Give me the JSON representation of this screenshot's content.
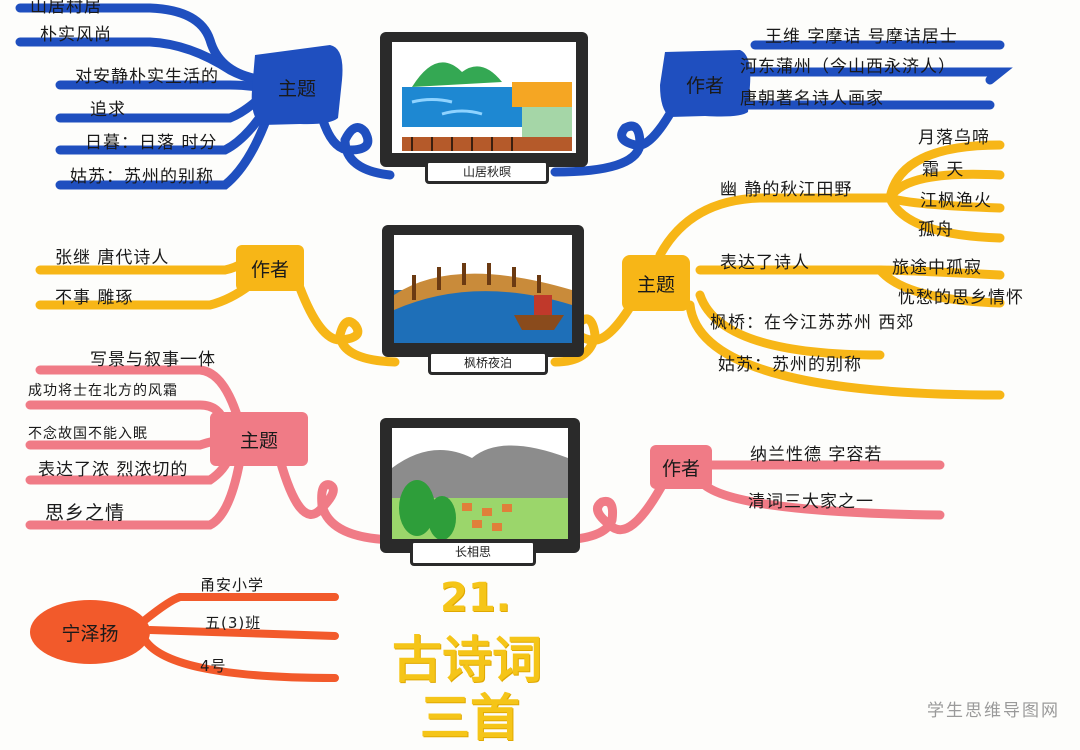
{
  "colors": {
    "blue": "#1f4fbf",
    "orange": "#f7b617",
    "pink": "#f07b86",
    "red": "#f25a2b"
  },
  "poem1": {
    "caption": "山居秋暝",
    "theme_hub": "主题",
    "author_hub": "作者",
    "theme_items": [
      "山居村居",
      "朴实风尚",
      "对安静朴实生活的",
      "追求",
      "日暮：日落 时分",
      "姑苏：苏州的别称"
    ],
    "author_items": [
      "王维 字摩诘 号摩诘居士",
      "河东蒲州（今山西永济人）",
      "唐朝著名诗人画家"
    ]
  },
  "poem2": {
    "caption": "枫桥夜泊",
    "author_hub": "作者",
    "theme_hub": "主题",
    "author_items": [
      "张继 唐代诗人",
      "不事 雕琢"
    ],
    "theme_main": "幽 静的秋江田野",
    "theme_sub": [
      "月落乌啼",
      "霜 天",
      "江枫渔火",
      "孤舟"
    ],
    "theme_items": [
      "表达了诗人",
      "旅途中孤寂",
      "忧愁的思乡情怀",
      "枫桥：在今江苏苏州 西郊",
      "姑苏：苏州的别称"
    ]
  },
  "poem3": {
    "caption": "长相思",
    "theme_hub": "主题",
    "author_hub": "作者",
    "theme_items": [
      "写景与叙事一体",
      "成功将士在北方的风霜",
      "不念故国不能入眠",
      "表达了浓 烈浓切的",
      "思乡之情"
    ],
    "author_items": [
      "纳兰性德 字容若",
      "清词三大家之一"
    ]
  },
  "student": {
    "name": "宁泽扬",
    "items": [
      "甬安小学",
      "五(3)班",
      "4号"
    ]
  },
  "title": {
    "line1": "21.",
    "line2": "古诗词",
    "line3": "三首"
  },
  "watermark": "学生思维导图网"
}
